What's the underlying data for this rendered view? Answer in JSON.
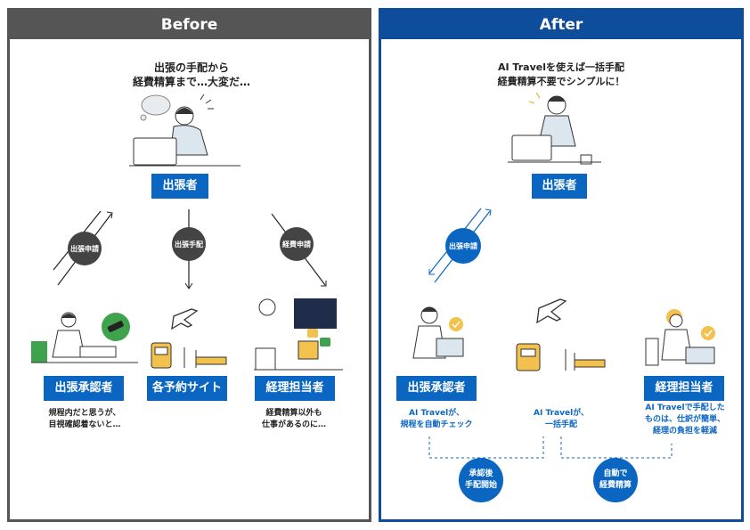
{
  "before": {
    "header": "Before",
    "caption": [
      "出張の手配から",
      "経費精算まで…大変だ…"
    ],
    "traveler": "出張者",
    "flows": {
      "left": "出張申請",
      "center": "出張手配",
      "right": "経費申請"
    },
    "approver": {
      "label": "出張承認者",
      "note": [
        "規程内だと思うが、",
        "目視確認着ないと…"
      ]
    },
    "booking_sites": {
      "label": "各予約サイト"
    },
    "accounting": {
      "label": "経理担当者",
      "note": [
        "経費精算以外も",
        "仕事があるのに…"
      ]
    }
  },
  "after": {
    "header": "After",
    "caption": [
      "AI Travelを使えば一括手配",
      "経費精算不要でシンプルに！"
    ],
    "traveler": "出張者",
    "flow": "出張申請",
    "approver": {
      "label": "出張承認者",
      "note": [
        "AI Travelが、",
        "規程を自動チェック"
      ]
    },
    "center_note": [
      "AI Travelが、",
      "一括手配"
    ],
    "accounting": {
      "label": "経理担当者",
      "note": [
        "AI Travelで手配した",
        "ものは、仕訳が簡単、",
        "経理の負担を軽減"
      ]
    },
    "step1": [
      "承認後",
      "手配開始"
    ],
    "step2": [
      "自動で",
      "経費精算"
    ]
  },
  "colors": {
    "before_accent": "#555555",
    "after_accent": "#0d4d9c",
    "box_blue": "#0b66c2"
  }
}
